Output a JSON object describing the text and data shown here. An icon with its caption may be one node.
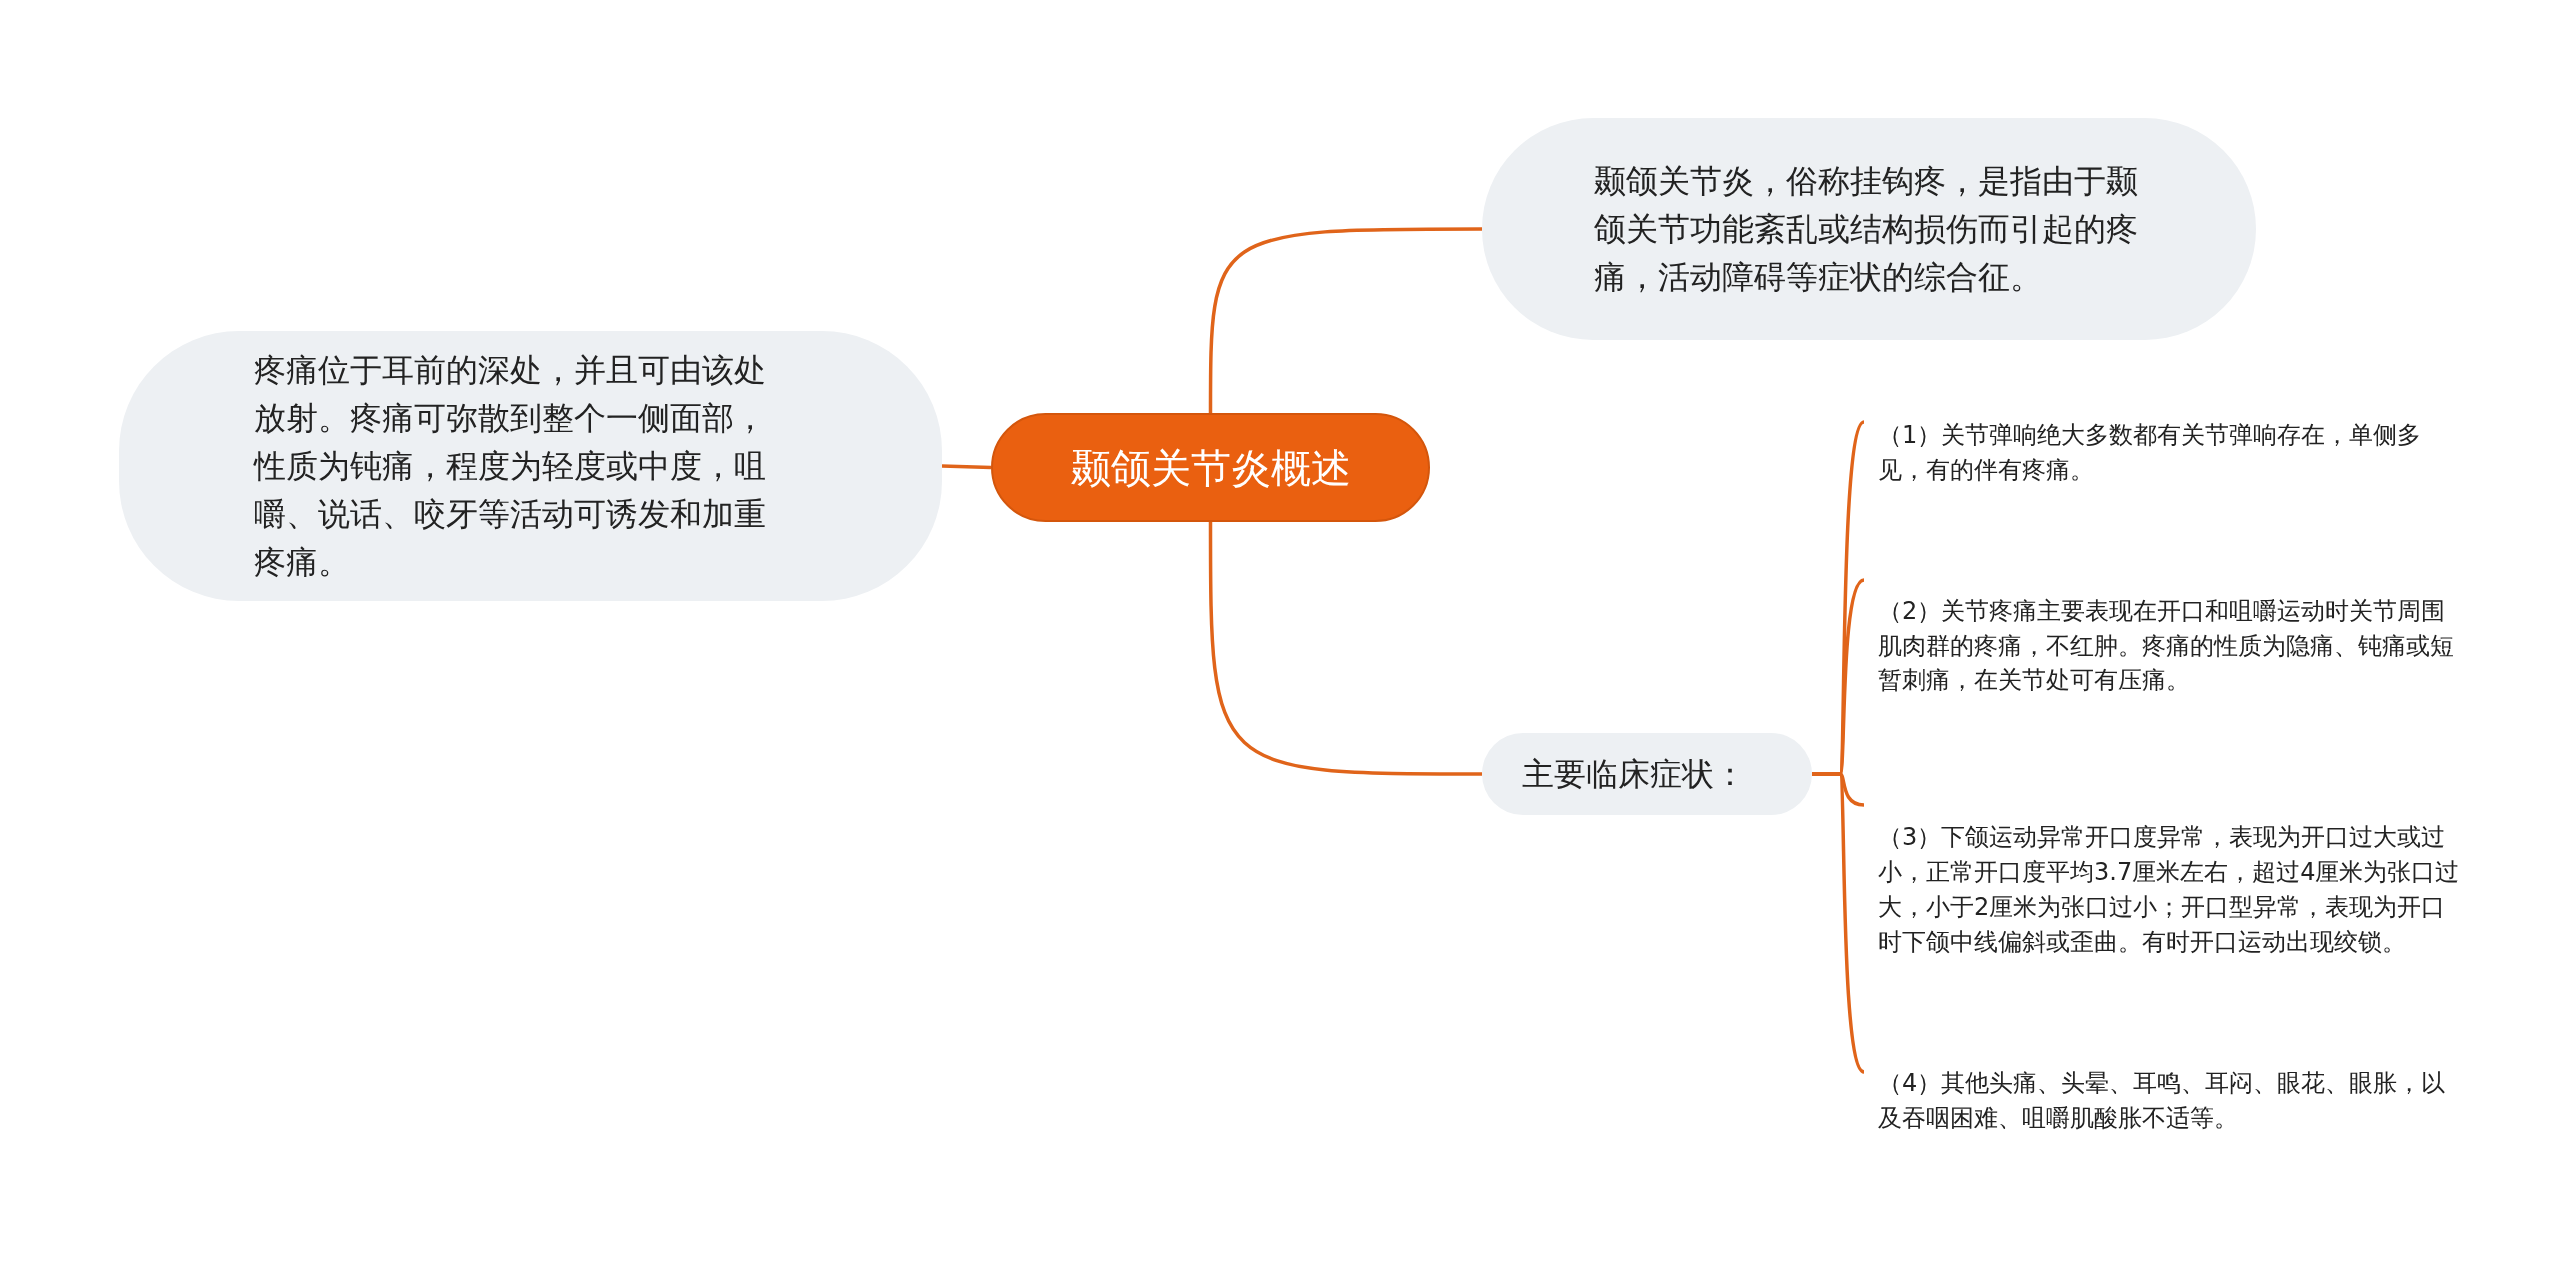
{
  "diagram": {
    "nodes": [
      {
        "text": [
          "颞颌关节炎概述"
        ]
      },
      {
        "text": [
          "颞颌关节炎，俗称挂钩疼，是指由于颞颌关节功能紊乱或结构损伤而引起的疼痛，活动障碍等症状的综合征。"
        ]
      },
      {
        "text": [
          "疼痛位于耳前的深处，并且可由该处放射。疼痛可弥散到整个一侧面部，性质为钝痛，程度为轻度或中度，咀嚼、说话、咬牙等活动可诱发和加重疼痛。"
        ]
      },
      {
        "text": [
          "主要临床症状："
        ]
      },
      {
        "text": [
          "（1）关节弹响绝大多数都有关节弹响存在，单侧多见，有的伴有疼痛。"
        ]
      },
      {
        "text": [
          "（2）关节疼痛主要表现在开口和咀嚼运动时关节周围肌肉群的疼痛，不红肿。疼痛的性质为隐痛、钝痛或短暂刺痛，在关节处可有压痛。"
        ]
      },
      {
        "text": [
          "（3）下颌运动异常开口度异常，表现为开口过大或过小，正常开口度平均3.7厘米左右，超过4厘米为张口过大，小于2厘米为张口过小；开口型异常，表现为开口时下颌中线偏斜或歪曲。有时开口运动出现绞锁。"
        ]
      },
      {
        "text": [
          "（4）其他头痛、头晕、耳鸣、耳闷、眼花、眼胀，以及吞咽困难、咀嚼肌酸胀不适等。"
        ]
      }
    ],
    "edges": [
      {
        "from": 0,
        "to": 1,
        "arrow": "none"
      },
      {
        "from": 0,
        "to": 2,
        "arrow": "none"
      },
      {
        "from": 0,
        "to": 3,
        "arrow": "none"
      },
      {
        "from": 3,
        "to": 4,
        "arrow": "none"
      },
      {
        "from": 3,
        "to": 5,
        "arrow": "none"
      },
      {
        "from": 3,
        "to": 6,
        "arrow": "none"
      },
      {
        "from": 3,
        "to": 7,
        "arrow": "none"
      }
    ]
  }
}
